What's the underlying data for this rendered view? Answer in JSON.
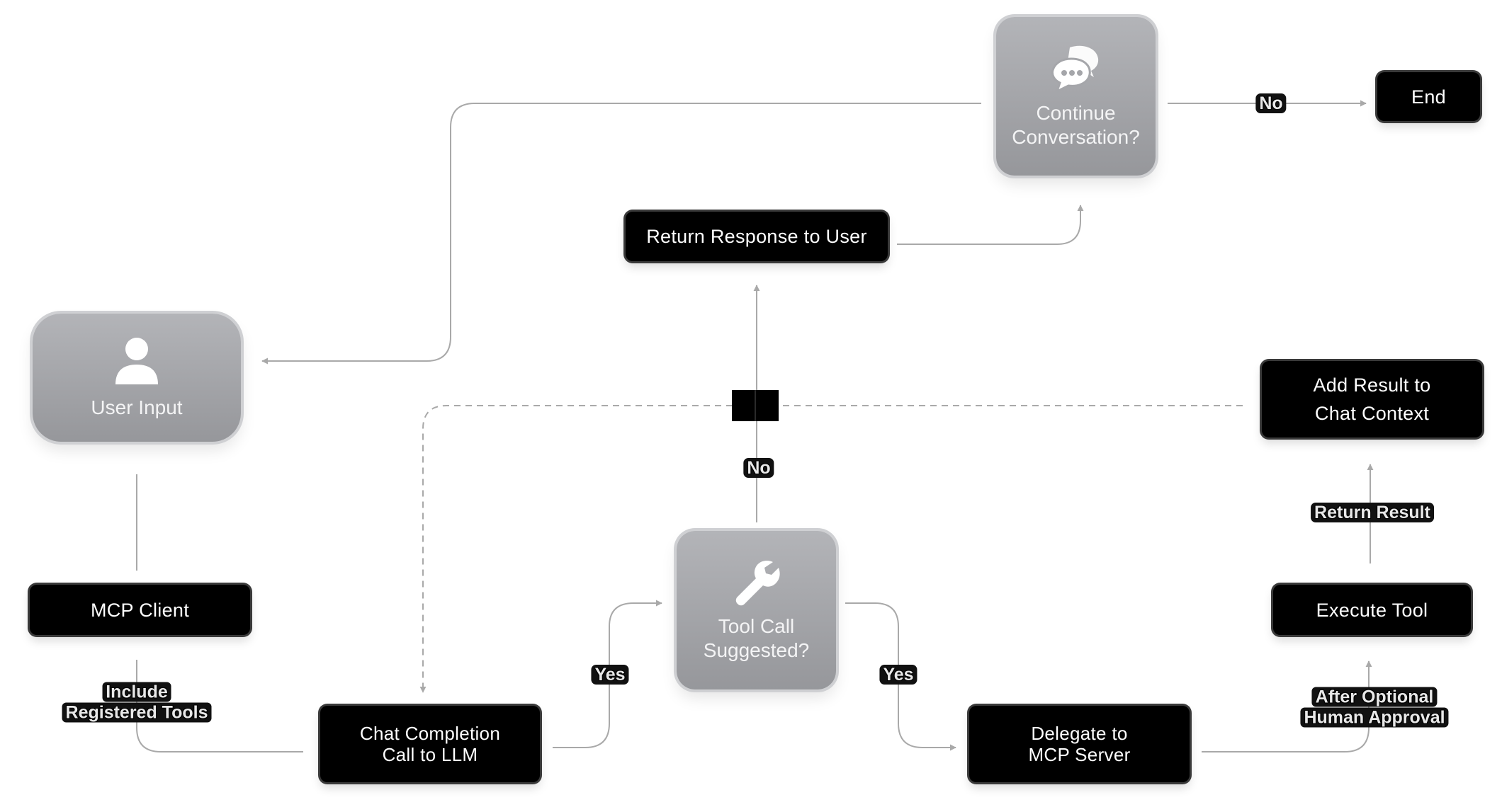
{
  "nodes": {
    "continue_conversation": {
      "lines": [
        "Continue",
        "Conversation?"
      ],
      "icon": "chat-bubbles-icon"
    },
    "end": {
      "label": "End"
    },
    "return_response": {
      "label": "Return Response to User"
    },
    "user_input": {
      "label": "User Input",
      "icon": "user-icon"
    },
    "add_result": {
      "lines": [
        "Add Result to",
        "Chat Context"
      ]
    },
    "mcp_client": {
      "label": "MCP Client"
    },
    "tool_call_suggested": {
      "lines": [
        "Tool Call",
        "Suggested?"
      ],
      "icon": "wrench-icon"
    },
    "execute_tool": {
      "label": "Execute Tool"
    },
    "chat_completion": {
      "lines": [
        "Chat Completion",
        "Call to LLM"
      ]
    },
    "delegate_mcp": {
      "lines": [
        "Delegate to",
        "MCP Server"
      ]
    }
  },
  "edge_labels": {
    "no_end": "No",
    "no_tool": "No",
    "yes_llm": "Yes",
    "yes_tool": "Yes",
    "include_tools": [
      "Include",
      "Registered Tools"
    ],
    "return_result": "Return Result",
    "after_approval": [
      "After Optional",
      "Human Approval"
    ]
  },
  "colors": {
    "edge": "#a9a9a9",
    "node_black": "#000000",
    "node_gray": "#a5a6aa"
  }
}
